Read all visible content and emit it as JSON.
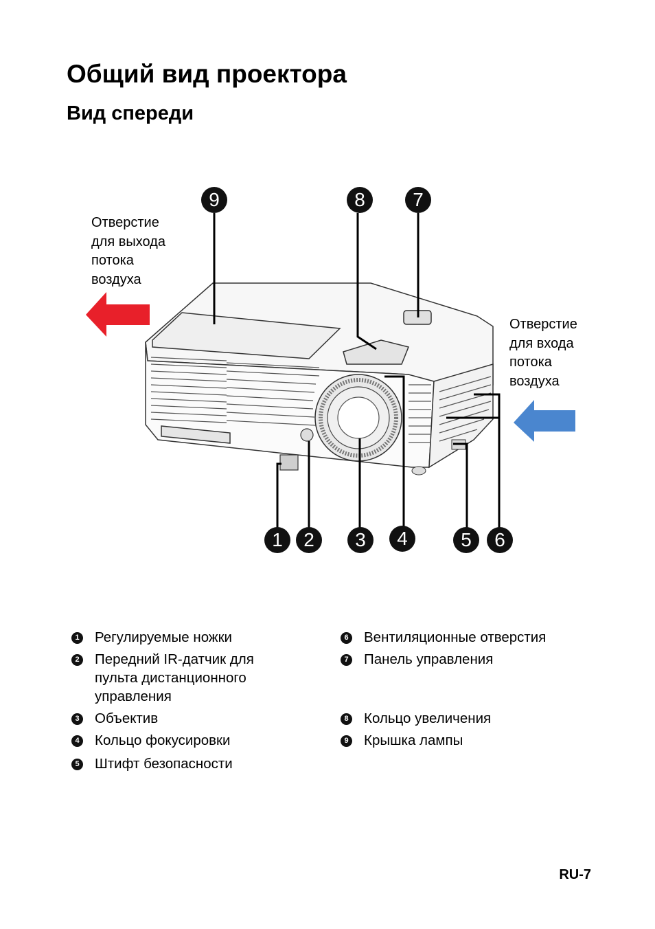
{
  "page": {
    "title": "Общий вид проектора",
    "section": "Вид спереди",
    "page_number": "RU-7"
  },
  "diagram": {
    "exhaust_label": "Отверстие\nдля выхода\nпотока\nвоздуха",
    "intake_label": "Отверстие\nдля входа\nпотока\nвоздуха",
    "exhaust_arrow_color": "#e8202a",
    "intake_arrow_color": "#4a86cf",
    "callouts": [
      "1",
      "2",
      "3",
      "4",
      "5",
      "6",
      "7",
      "8",
      "9"
    ]
  },
  "legend": {
    "left": [
      {
        "num": "1",
        "text": "Регулируемые ножки"
      },
      {
        "num": "2",
        "text": "Передний IR-датчик для пульта дистанционного управления"
      },
      {
        "num": "3",
        "text": "Объектив"
      },
      {
        "num": "4",
        "text": "Кольцо фокусировки"
      },
      {
        "num": "5",
        "text": "Штифт безопасности"
      }
    ],
    "right": [
      {
        "num": "6",
        "text": "Вентиляционные отверстия"
      },
      {
        "num": "7",
        "text": "Панель управления"
      },
      {
        "num": "8",
        "text": "Кольцо увеличения"
      },
      {
        "num": "9",
        "text": "Крышка лампы"
      }
    ]
  }
}
